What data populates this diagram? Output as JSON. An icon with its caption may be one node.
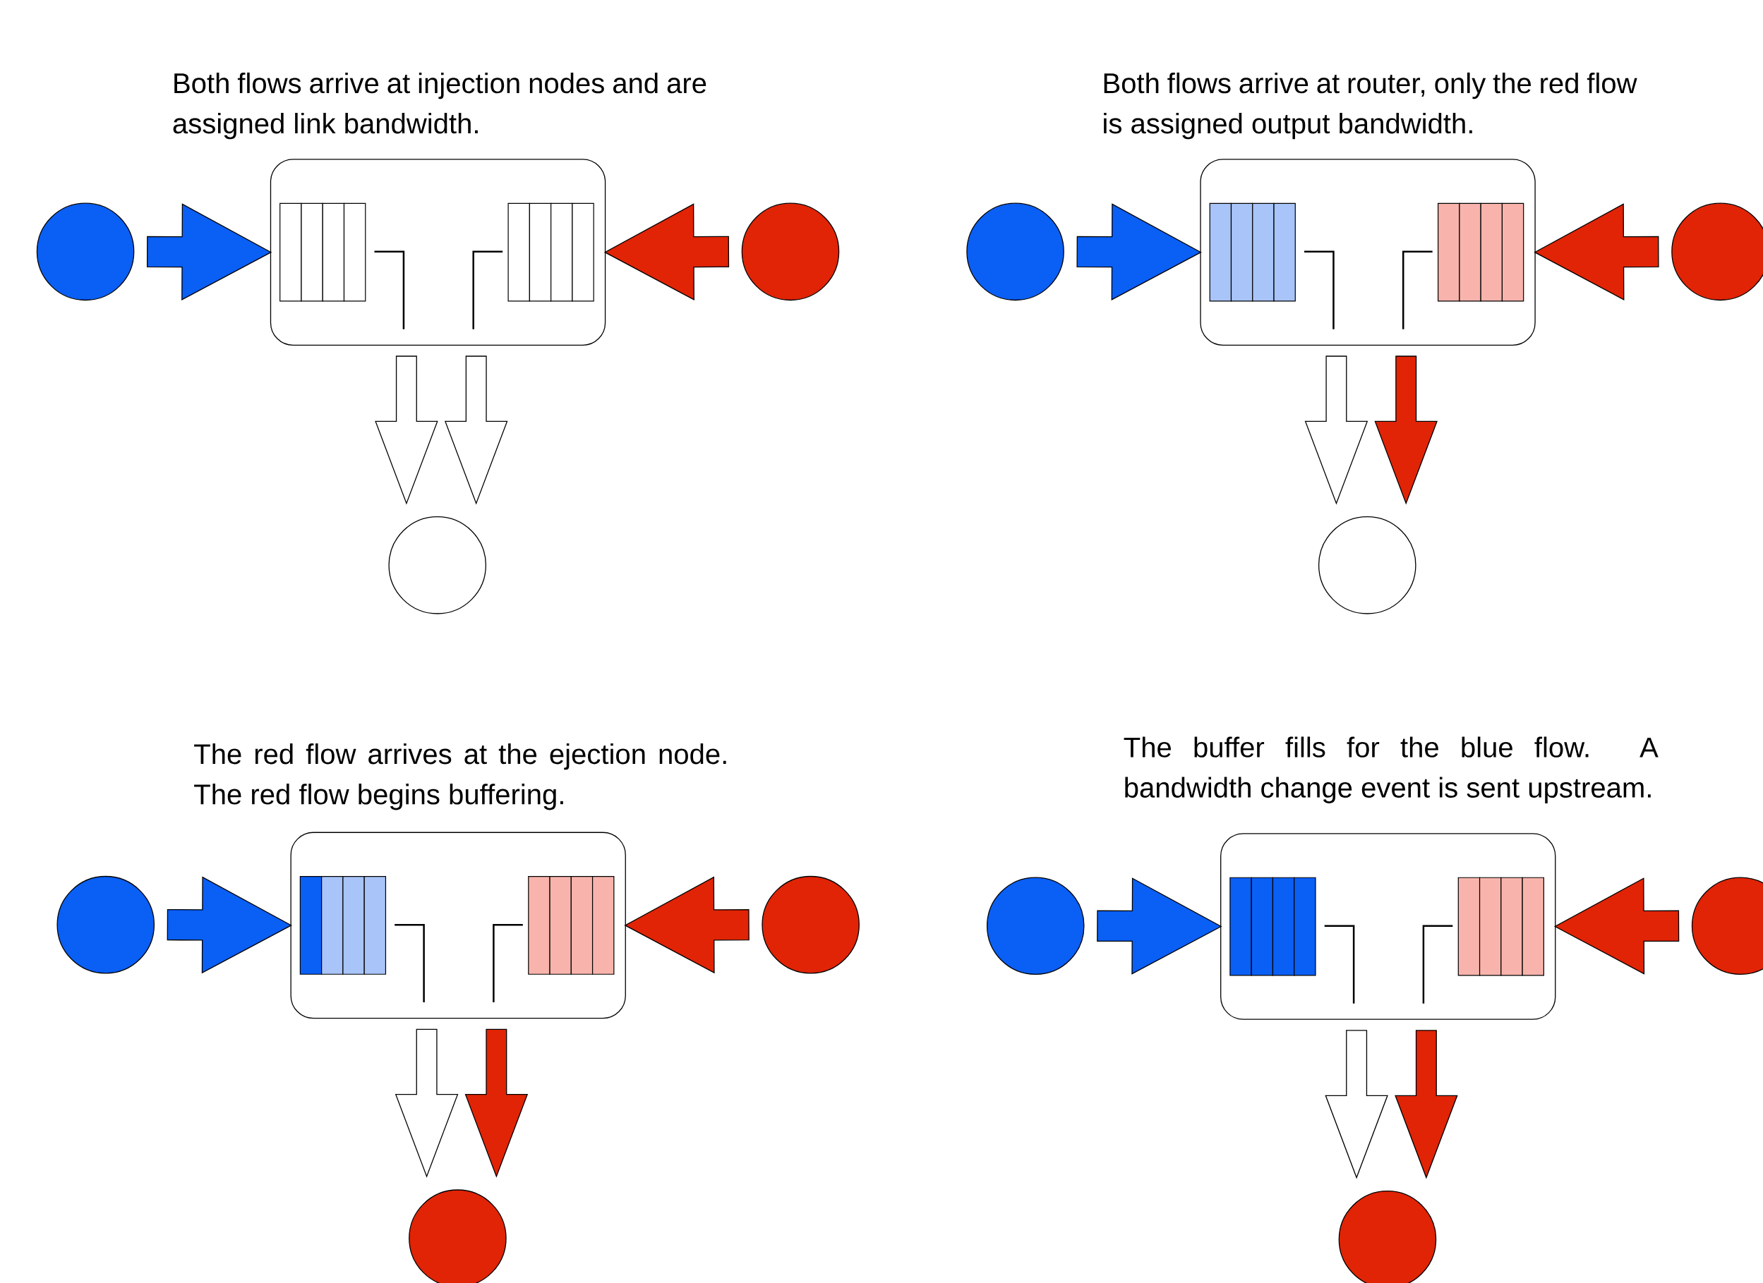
{
  "diagram": {
    "nodes": [
      {
        "text": [],
        "shape": "circle"
      },
      {
        "text": [],
        "shape": "box"
      },
      {
        "text": [],
        "shape": "circle"
      },
      {
        "text": [],
        "shape": "circle"
      },
      {
        "text": [],
        "shape": "circle"
      },
      {
        "text": [],
        "shape": "box"
      },
      {
        "text": [],
        "shape": "circle"
      },
      {
        "text": [],
        "shape": "circle"
      },
      {
        "text": [],
        "shape": "circle"
      },
      {
        "text": [],
        "shape": "box"
      },
      {
        "text": [],
        "shape": "circle"
      },
      {
        "text": [],
        "shape": "circle"
      },
      {
        "text": [],
        "shape": "circle"
      },
      {
        "text": [],
        "shape": "box"
      },
      {
        "text": [],
        "shape": "circle"
      },
      {
        "text": [],
        "shape": "circle"
      }
    ],
    "edges": [
      {
        "from": 0,
        "to": 1,
        "arrow": "to",
        "color": "#0a5ff5"
      },
      {
        "from": 2,
        "to": 1,
        "arrow": "to",
        "color": "#e02405"
      },
      {
        "from": 1,
        "to": 3,
        "arrow": "to",
        "color": "#ffffff"
      },
      {
        "from": 1,
        "to": 3,
        "arrow": "to",
        "color": "#ffffff"
      },
      {
        "from": 4,
        "to": 5,
        "arrow": "to",
        "color": "#0a5ff5"
      },
      {
        "from": 6,
        "to": 5,
        "arrow": "to",
        "color": "#e02405"
      },
      {
        "from": 5,
        "to": 7,
        "arrow": "to",
        "color": "#ffffff"
      },
      {
        "from": 5,
        "to": 7,
        "arrow": "to",
        "color": "#e02405"
      },
      {
        "from": 8,
        "to": 9,
        "arrow": "to",
        "color": "#0a5ff5"
      },
      {
        "from": 10,
        "to": 9,
        "arrow": "to",
        "color": "#e02405"
      },
      {
        "from": 9,
        "to": 11,
        "arrow": "to",
        "color": "#ffffff"
      },
      {
        "from": 9,
        "to": 11,
        "arrow": "to",
        "color": "#e02405"
      },
      {
        "from": 12,
        "to": 13,
        "arrow": "to",
        "color": "#0a5ff5"
      },
      {
        "from": 14,
        "to": 13,
        "arrow": "to",
        "color": "#e02405"
      },
      {
        "from": 13,
        "to": 15,
        "arrow": "to",
        "color": "#ffffff"
      },
      {
        "from": 13,
        "to": 15,
        "arrow": "to",
        "color": "#e02405"
      }
    ],
    "labels": [
      "Both flows arrive at injection nodes and are assigned link bandwidth.",
      "Both flows arrive at router, only the red flow is assigned output bandwidth.",
      "The red flow arrives at the ejection node. The red flow begins buffering.",
      "The buffer fills for the blue flow. A bandwidth change event is sent upstream."
    ]
  }
}
